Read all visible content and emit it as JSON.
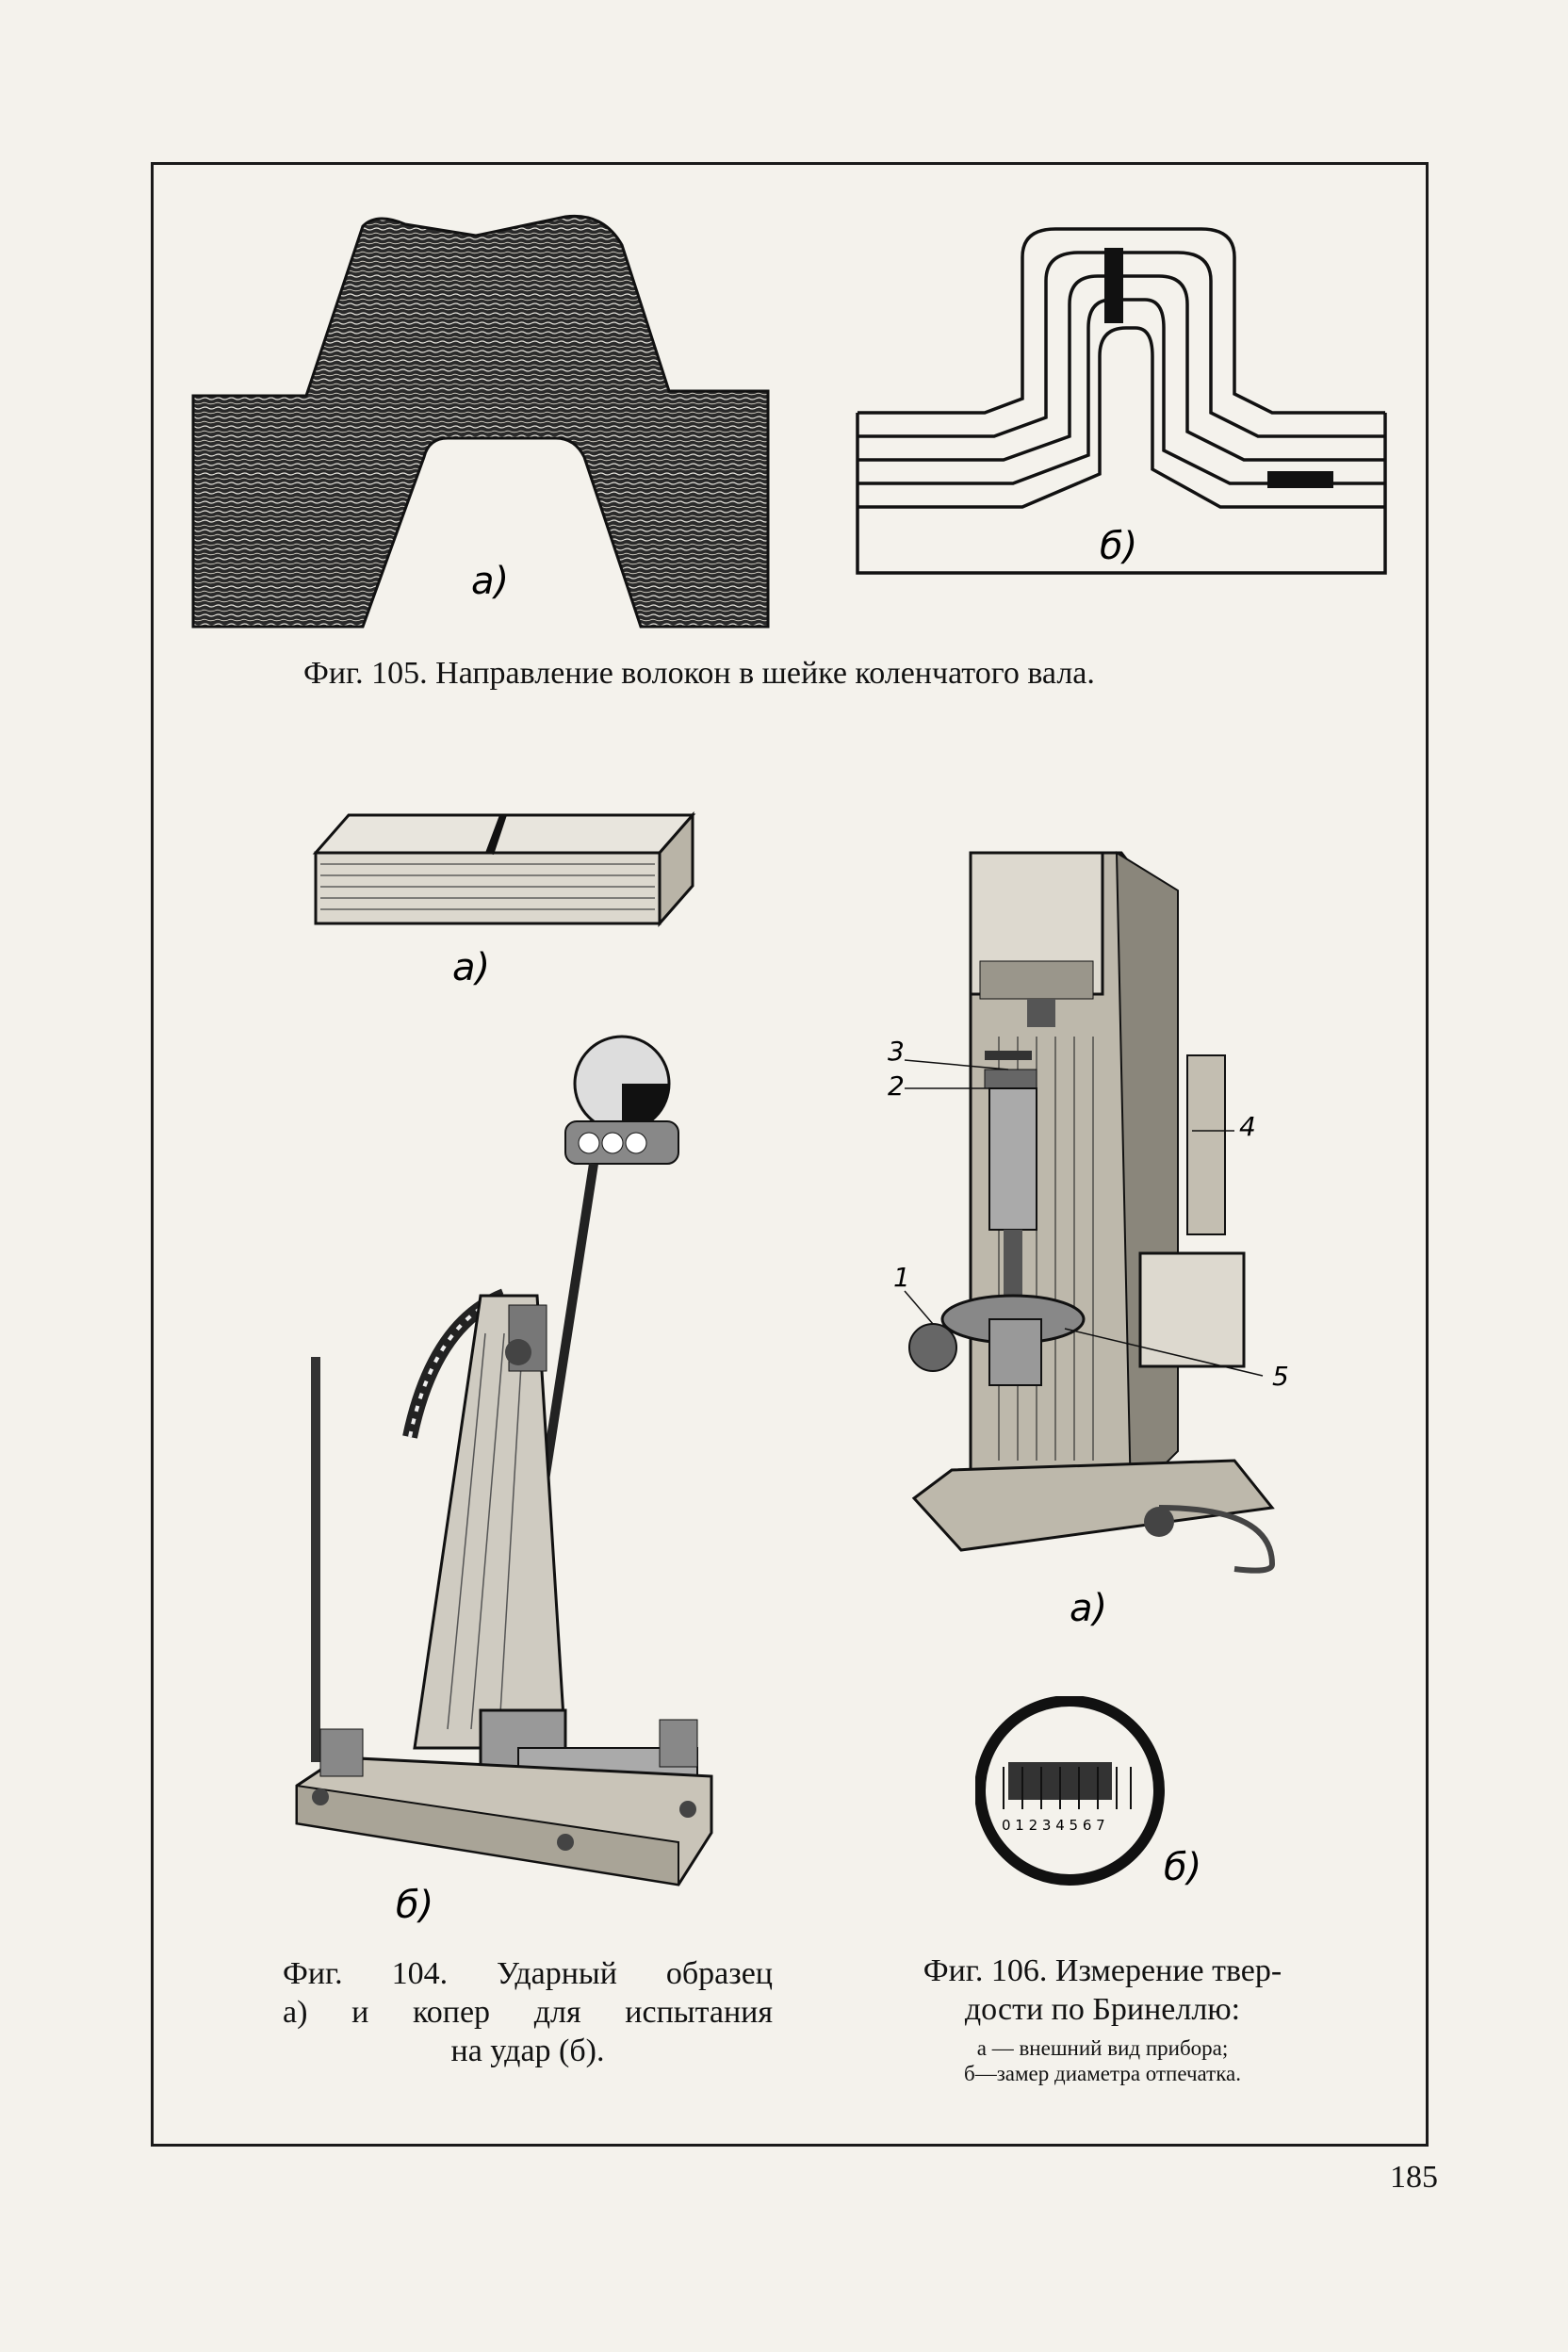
{
  "figures": {
    "fig105": {
      "caption": "Фиг. 105. Направление волокон в шейке коленчатого вала.",
      "label_a": "а)",
      "label_b": "б)"
    },
    "fig104": {
      "caption_line1": "Фиг. 104. Ударный образец",
      "caption_line2": "а) и копер для испытания",
      "caption_line3": "на удар (б).",
      "label_a": "а)",
      "label_b": "б)"
    },
    "fig106": {
      "caption_line1": "Фиг. 106. Измерение твер-",
      "caption_line2": "дости по Бринеллю:",
      "sub_line1": "а — внешний вид прибора;",
      "sub_line2": "б—замер диаметра отпечатка.",
      "label_a": "а)",
      "label_b": "б)",
      "callouts": [
        "1",
        "2",
        "3",
        "4",
        "5"
      ],
      "scale_digits": "0 1 2 3 4 5 6 7"
    }
  },
  "page_number": "185"
}
